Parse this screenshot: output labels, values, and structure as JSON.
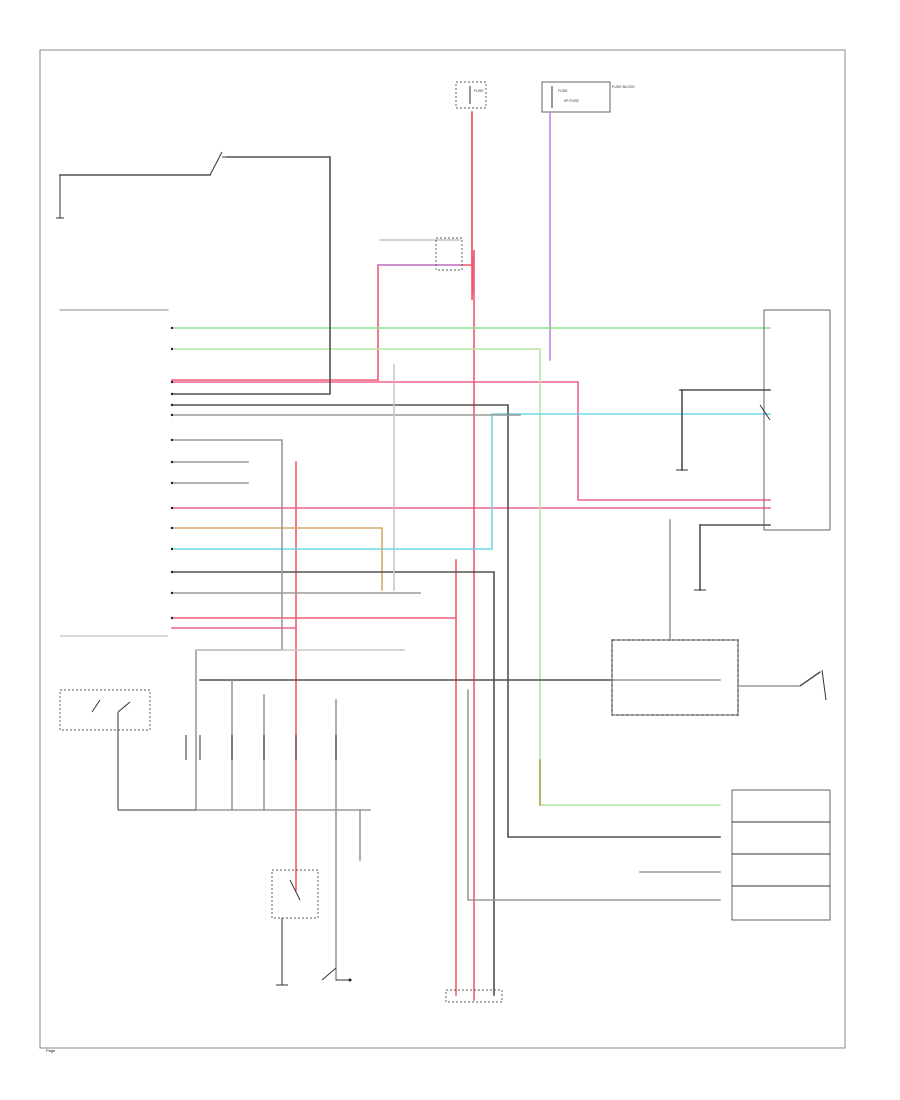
{
  "colors": {
    "background": "#ffffff",
    "frame": "#8a8a8a",
    "red": "#f05a70",
    "pink": "#f06090",
    "violet": "#c08ad8",
    "green": "#8ee08e",
    "light_green": "#b4e7a0",
    "cyan": "#6fd8e8",
    "tan": "#d9a86a",
    "olive": "#b2a840",
    "dark": "#505050",
    "gray": "#9a9a9a",
    "light_gray": "#c6c6c6"
  },
  "icons": [
    "switch-icon",
    "ground-icon",
    "connector-pin-icon",
    "fuse-icon"
  ],
  "labels": {
    "fuse_box_left": "FUSE",
    "fuse_box_right": "FUSE",
    "fuse_box_right_note": "FUSE BLOCK",
    "top_right_dash": "I/P FUSE",
    "page_no": "Page"
  }
}
